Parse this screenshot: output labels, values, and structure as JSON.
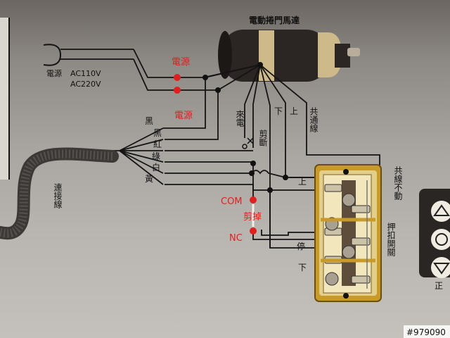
{
  "motor": {
    "label": "電動捲門馬達"
  },
  "power": {
    "label": "電源",
    "voltage_1": "AC110V",
    "voltage_2": "AC220V"
  },
  "annotations": {
    "power_red_1": "電源",
    "power_red_2": "電源",
    "com": "COM",
    "cut": "剪掉",
    "nc": "NC"
  },
  "cable": {
    "label": "連接線"
  },
  "wires": {
    "black_1": "黑",
    "black_2": "黑",
    "red": "紅",
    "green": "綠",
    "white": "白",
    "yellow": "黃"
  },
  "motor_leads": {
    "incoming_power": "來電",
    "down": "下",
    "up": "上",
    "common_line": "共通線"
  },
  "cut_mark": "剪斷",
  "switch": {
    "up": "上",
    "stop": "停",
    "down": "下",
    "common_fixed": "共線不動",
    "push_switch": "押扣開關"
  },
  "right_panel": {
    "partial_label": "正"
  },
  "watermark": "#979090",
  "colors": {
    "red_annotation": "#e02020",
    "wire_ink": "#141414",
    "switch_frame": "#c79a2a",
    "motor_body": "#2b2624",
    "motor_band": "#cdb98a"
  }
}
